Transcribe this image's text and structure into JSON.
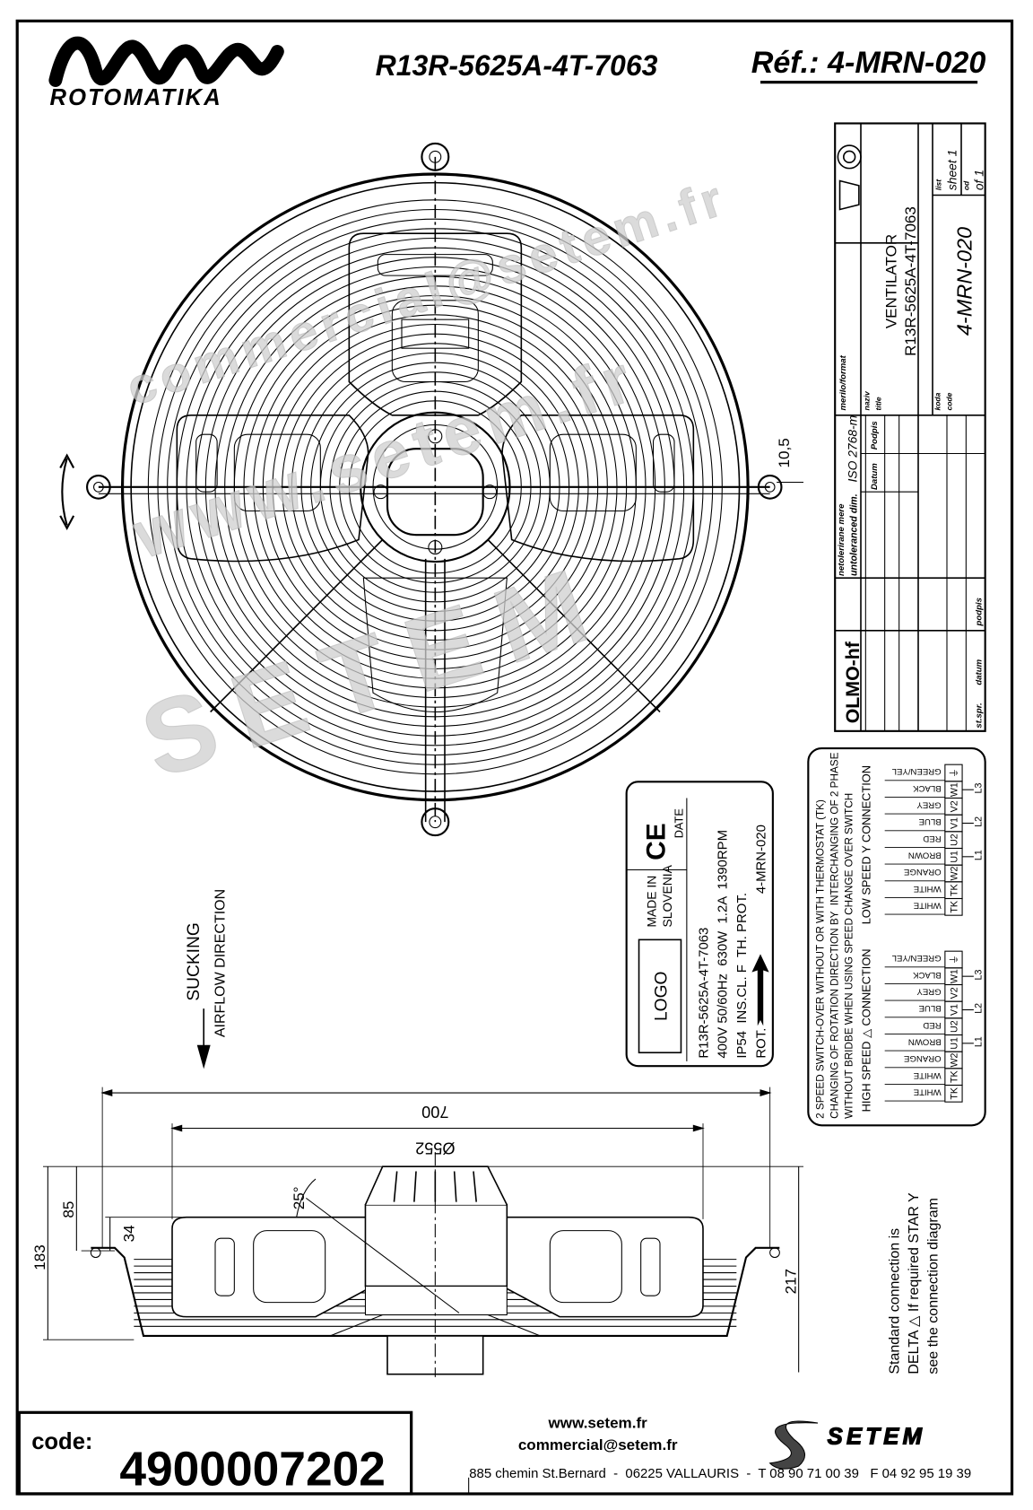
{
  "header": {
    "brand": "ROTOMATIKA",
    "model": "R13R-5625A-4T-7063",
    "reference": "Réf.: 4-MRN-020"
  },
  "front_view": {
    "dimension_lug": "10,5"
  },
  "title_block": {
    "tolerance_sl": "netolerirane mere",
    "tolerance_en": "untoleranced dim.",
    "standard": "ISO 2768-m",
    "scale_label": "merilo/format",
    "datum": "Datum",
    "podpis": "Podpis",
    "title_label_sl": "naziv",
    "title_label_en": "title",
    "title_line1": "VENTILATOR",
    "title_line2": "R13R-5625A-4T-7063",
    "code_label_sl": "koda",
    "code_label_en": "code",
    "code": "4-MRN-020",
    "sheet_label_sl": "list",
    "sheet": "sheet 1",
    "of_label_sl": "od",
    "of": "of 1",
    "company": "OLMO-hf",
    "footer_cols": [
      "st.spr.",
      "datum",
      "podpis"
    ]
  },
  "nameplate": {
    "logo": "LOGO",
    "made_in": "MADE IN",
    "country": "SLOVENIA",
    "ce": "CE",
    "date": "DATE",
    "line1": "R13R-5625A-4T-7063",
    "line2": "400V 50/60Hz  630W  1.2A  1390RPM",
    "line3": "IP54  INS.CL. F  TH. PROT.",
    "rot": "ROT.",
    "ref": "4-MRN-020"
  },
  "wiring": {
    "line1": "2 SPEED SWITCH-OVER WITHOUT OR WITH THERMOSTAT (TK)",
    "line2": "CHANGING OF ROTATION DIRECTION BY  INTERCHANGING OF 2 PHASE",
    "line3": "WITHOUT BRIDBE WHEN USING SPEED CHANGE OVER SWITCH",
    "high_speed": "HIGH SPEED △ CONNECTION",
    "low_speed": "LOW SPEED Y CONNECTION",
    "terminals": [
      "TK",
      "TK",
      "W2",
      "U1",
      "U2",
      "V1",
      "V2",
      "W1",
      "⏚"
    ],
    "wires": [
      "WHITE",
      "WHITE",
      "ORANGE",
      "BROWN",
      "RED",
      "BLUE",
      "GREY",
      "BLACK",
      "GREEN/YEL"
    ],
    "phases": [
      "L1",
      "L2",
      "L3"
    ]
  },
  "airflow": {
    "label1": "SUCKING",
    "label2": "AIRFLOW DIRECTION"
  },
  "side_view": {
    "dim_width": "700",
    "dim_diameter": "Ø552",
    "dim_height_total": "183",
    "dim_height_85": "85",
    "dim_height_34": "34",
    "dim_height_217": "217",
    "dim_angle": "25°"
  },
  "connection_note": {
    "line1": "Standard connection is",
    "line2": "DELTA △ If required STAR Y",
    "line3": "see the connection diagram"
  },
  "watermark": {
    "brand": "SETEM",
    "site": "www.setem.fr",
    "email": "commercial@setem.fr"
  },
  "footer": {
    "code_label": "code:",
    "code_value": "4900007202",
    "website": "www.setem.fr",
    "email": "commercial@setem.fr",
    "address": "885 chemin St.Bernard  -  06225 VALLAURIS  -  T 08 90 71 00 39   F 04 92 95 19 39",
    "logo_text": "SETEM"
  }
}
